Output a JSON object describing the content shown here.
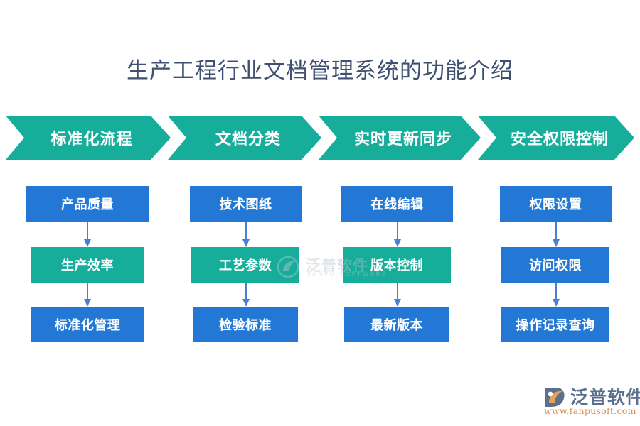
{
  "page": {
    "title": "生产工程行业文档管理系统的功能介绍",
    "background_color": "#ffffff",
    "title_color": "#3f5070"
  },
  "colors": {
    "teal": "#16ad9b",
    "blue": "#2278d4",
    "arrow": "#4a7fd4",
    "title": "#3f5070",
    "logo_text": "#5c6f8c",
    "logo_url": "#d98e52",
    "logo_leaf_orange": "#e8a05a",
    "logo_leaf_dark": "#5c6f8c",
    "watermark": "#b9c3c9"
  },
  "banners": [
    {
      "label": "标准化流程"
    },
    {
      "label": "文档分类"
    },
    {
      "label": "实时更新同步"
    },
    {
      "label": "安全权限控制"
    }
  ],
  "columns": [
    {
      "name": "标准化流程",
      "nodes": [
        {
          "label": "产品质量",
          "color": "blue"
        },
        {
          "label": "生产效率",
          "color": "teal"
        },
        {
          "label": "标准化管理",
          "color": "blue"
        }
      ]
    },
    {
      "name": "文档分类",
      "nodes": [
        {
          "label": "技术图纸",
          "color": "blue"
        },
        {
          "label": "工艺参数",
          "color": "teal"
        },
        {
          "label": "检验标准",
          "color": "blue"
        }
      ]
    },
    {
      "name": "实时更新同步",
      "nodes": [
        {
          "label": "在线编辑",
          "color": "blue"
        },
        {
          "label": "版本控制",
          "color": "teal"
        },
        {
          "label": "最新版本",
          "color": "blue"
        }
      ]
    },
    {
      "name": "安全权限控制",
      "nodes": [
        {
          "label": "权限设置",
          "color": "blue"
        },
        {
          "label": "访问权限",
          "color": "blue"
        },
        {
          "label": "操作记录查询",
          "color": "blue"
        }
      ]
    }
  ],
  "watermark": {
    "text": "泛普软件",
    "subtext": "FANPU SOFTWARE"
  },
  "logo": {
    "name": "泛普软件",
    "url": "www.fanpusoft.com"
  }
}
